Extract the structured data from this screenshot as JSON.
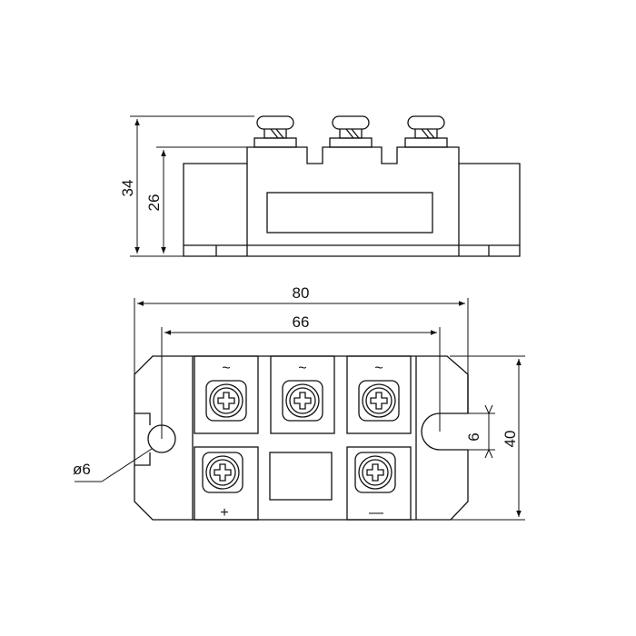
{
  "side_view": {
    "height_total": "34",
    "height_body": "26"
  },
  "top_view": {
    "length_total": "80",
    "hole_spacing": "66",
    "width_total": "40",
    "slot_width": "6",
    "hole_diameter": "ø6"
  },
  "terminals": {
    "ac_1": "~",
    "ac_2": "~",
    "ac_3": "~",
    "positive": "+",
    "negative": "—"
  },
  "colors": {
    "line": "#111111",
    "background": "#ffffff"
  }
}
